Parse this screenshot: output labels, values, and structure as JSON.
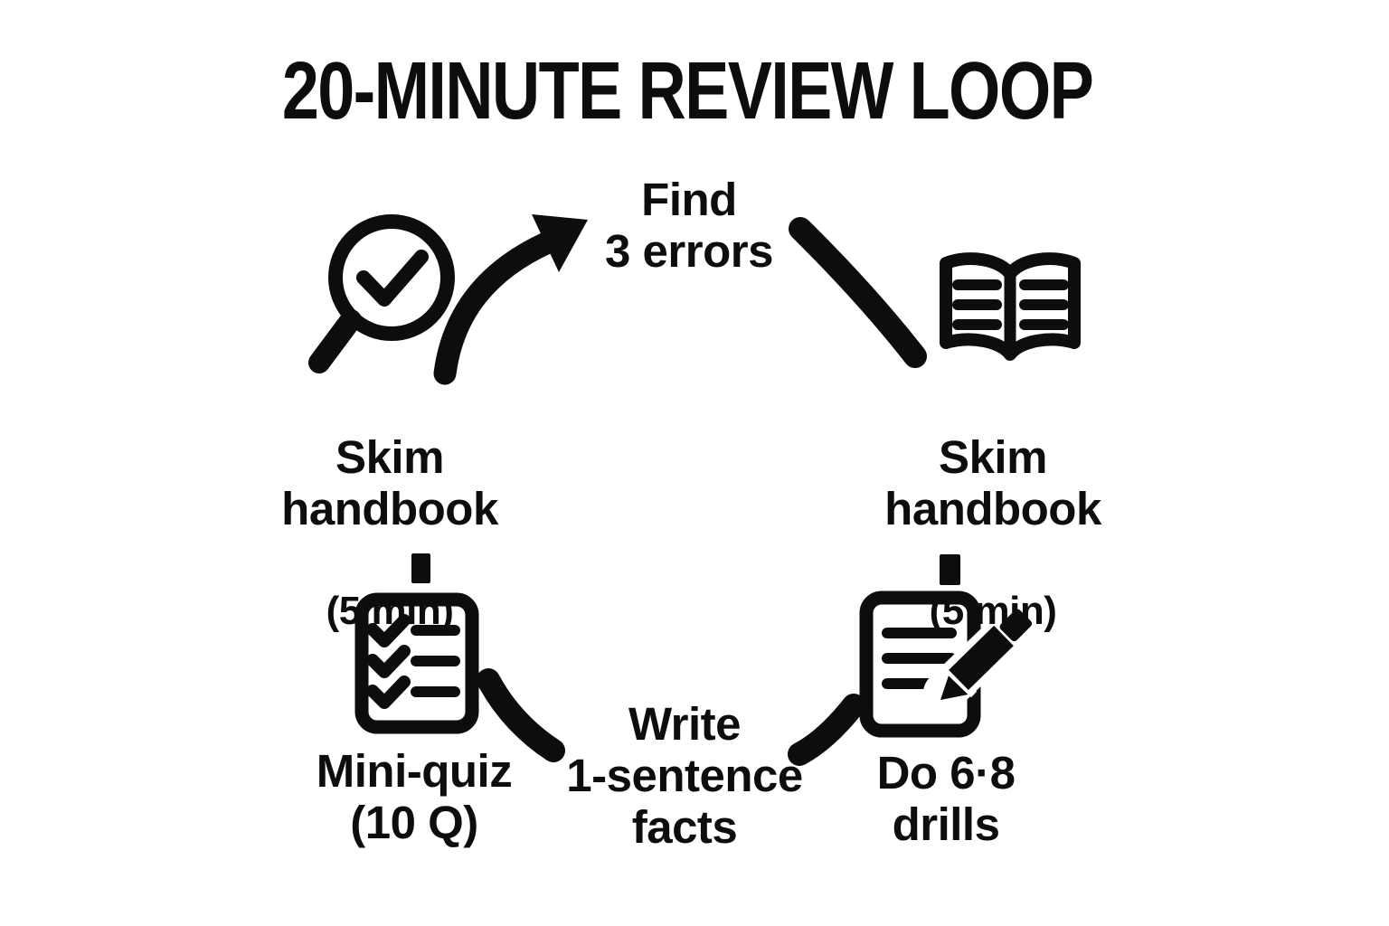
{
  "title": "20-MINUTE REVIEW LOOP",
  "colors": {
    "ink": "#0d0d0d",
    "background": "#ffffff"
  },
  "diagram": {
    "type": "cycle",
    "steps": [
      {
        "id": "find",
        "label": "Find\n3 errors",
        "icon": null
      },
      {
        "id": "skim_right",
        "label": "Skim\nhandbook",
        "time": "(5 min)",
        "icon": "open-book-icon"
      },
      {
        "id": "drills",
        "label": "Do 6·8\ndrills",
        "icon": "document-pencil-icon"
      },
      {
        "id": "write",
        "label": "Write\n1-sentence\nfacts",
        "icon": null
      },
      {
        "id": "mini_quiz",
        "label": "Mini-quiz\n(10 Q)",
        "icon": "checklist-icon"
      },
      {
        "id": "skim_left",
        "label": "Skim\nhandbook",
        "time": "(5 min)",
        "icon": "magnifier-check-icon"
      }
    ]
  },
  "steps": {
    "find": {
      "label": "Find\n3 errors"
    },
    "skim_left": {
      "label": "Skim\nhandbook",
      "time": "(5 min)"
    },
    "skim_right": {
      "label": "Skim\nhandbook",
      "time": "(5 min)"
    },
    "mini_quiz": {
      "label": "Mini-quiz\n(10 Q)"
    },
    "write": {
      "label": "Write\n1-sentence\nfacts"
    },
    "drills": {
      "label": "Do 6·8\ndrills"
    }
  },
  "icons": {
    "skim_left": "magnifier-check-icon",
    "skim_right": "open-book-icon",
    "mini_quiz": "checklist-icon",
    "drills": "document-pencil-icon"
  }
}
